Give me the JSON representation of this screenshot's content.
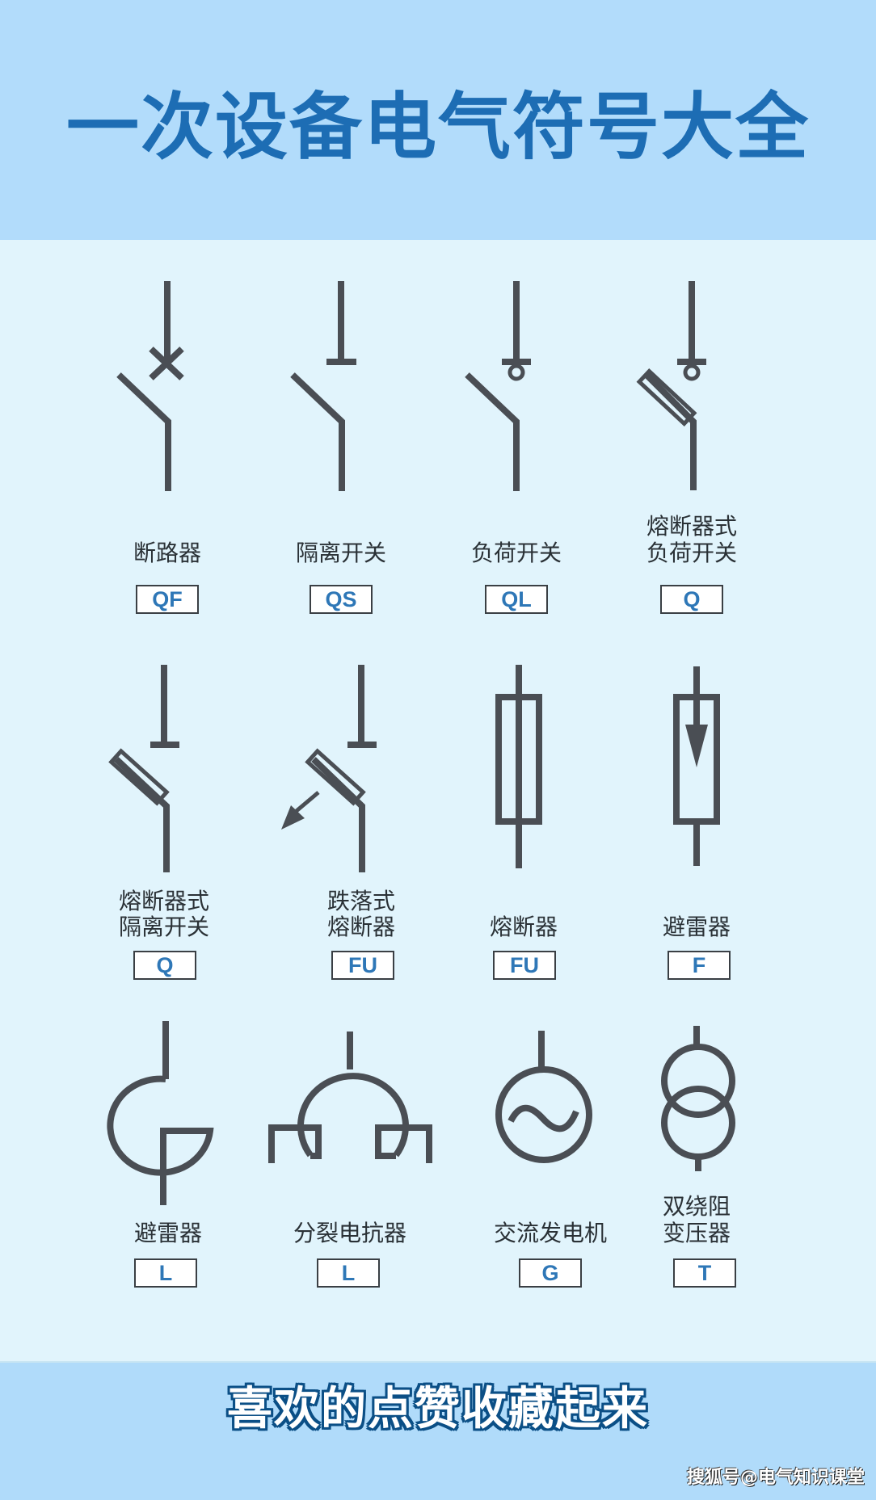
{
  "header": {
    "title": "一次设备电气符号大全"
  },
  "symbols": [
    {
      "name": "断路器",
      "lines": [
        "断路器"
      ],
      "code": "QF",
      "icon": "circuit-breaker-icon"
    },
    {
      "name": "隔离开关",
      "lines": [
        "隔离开关"
      ],
      "code": "QS",
      "icon": "disconnector-icon"
    },
    {
      "name": "负荷开关",
      "lines": [
        "负荷开关"
      ],
      "code": "QL",
      "icon": "load-switch-icon"
    },
    {
      "name": "熔断器式负荷开关",
      "lines": [
        "熔断器式",
        "负荷开关"
      ],
      "code": "Q",
      "icon": "fuse-load-switch-icon"
    },
    {
      "name": "熔断器式隔离开关",
      "lines": [
        "熔断器式",
        "隔离开关"
      ],
      "code": "Q",
      "icon": "fuse-disconnector-icon"
    },
    {
      "name": "跌落式熔断器",
      "lines": [
        "跌落式",
        "熔断器"
      ],
      "code": "FU",
      "icon": "drop-out-fuse-icon"
    },
    {
      "name": "熔断器",
      "lines": [
        "熔断器"
      ],
      "code": "FU",
      "icon": "fuse-icon"
    },
    {
      "name": "避雷器",
      "lines": [
        "避雷器"
      ],
      "code": "F",
      "icon": "surge-arrester-icon"
    },
    {
      "name": "避雷器",
      "lines": [
        "避雷器"
      ],
      "code": "L",
      "icon": "reactor-icon"
    },
    {
      "name": "分裂电抗器",
      "lines": [
        "分裂电抗器"
      ],
      "code": "L",
      "icon": "split-reactor-icon"
    },
    {
      "name": "交流发电机",
      "lines": [
        "交流发电机"
      ],
      "code": "G",
      "icon": "ac-generator-icon"
    },
    {
      "name": "双绕阻变压器",
      "lines": [
        "双绕阻",
        "变压器"
      ],
      "code": "T",
      "icon": "two-winding-transformer-icon"
    }
  ],
  "footer": {
    "text": "喜欢的点赞收藏起来",
    "watermark": "搜狐号@电气知识课堂"
  },
  "colors": {
    "header_bg": "#b2dcfb",
    "body_bg": "#e1f4fc",
    "title": "#1d6db4",
    "symbol_stroke": "#4a4e54",
    "code_text": "#2e77b7"
  }
}
